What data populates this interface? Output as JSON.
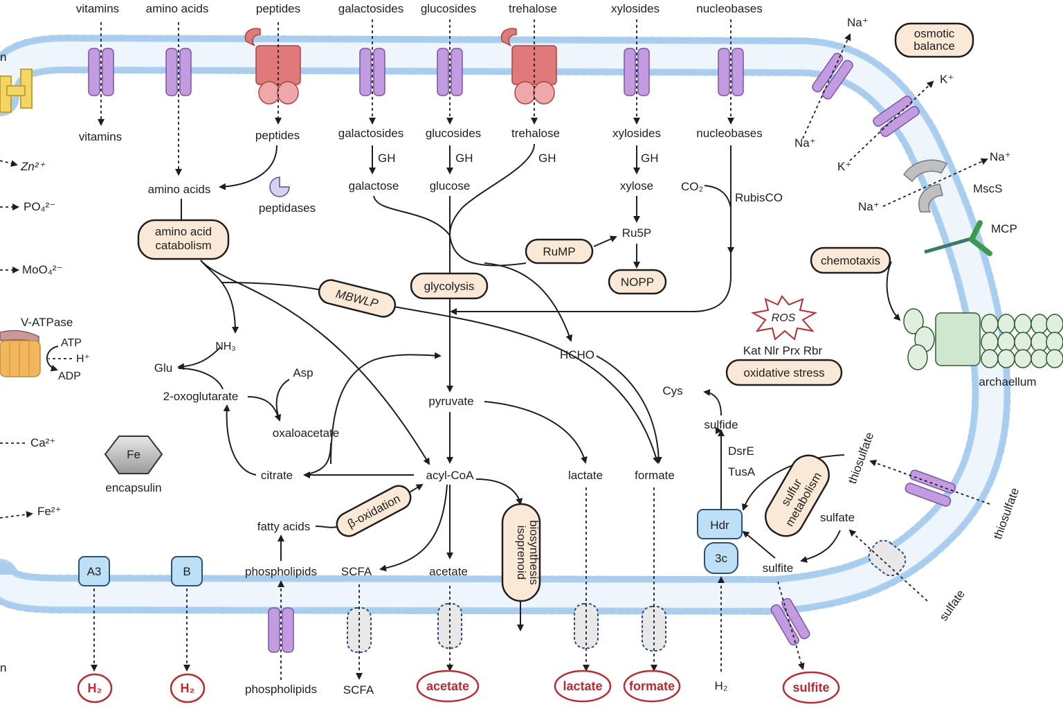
{
  "transport_top": [
    {
      "key": "vitamins",
      "out": "vitamins",
      "in": "vitamins"
    },
    {
      "key": "amino_acids",
      "out": "amino acids",
      "in": "amino acids"
    },
    {
      "key": "peptides",
      "out": "peptides",
      "in": "peptides"
    },
    {
      "key": "galactosides",
      "out": "galactosides",
      "in": "galactosides"
    },
    {
      "key": "glucosides",
      "out": "glucosides",
      "in": "glucosides"
    },
    {
      "key": "trehalose",
      "out": "trehalose",
      "in": "trehalose"
    },
    {
      "key": "xylosides",
      "out": "xylosides",
      "in": "xylosides"
    },
    {
      "key": "nucleobases",
      "out": "nucleobases",
      "in": "nucleobases"
    }
  ],
  "left_ions": {
    "zn": "Zn²⁺",
    "po4": "PO₄²⁻",
    "moo4": "MoO₄²⁻",
    "vatpase": "V-ATPase",
    "atp": "ATP",
    "adp": "ADP",
    "h": "H⁺",
    "ca": "Ca²⁺",
    "fe": "Fe²⁺",
    "edge_n1": "n",
    "edge_n2": "n"
  },
  "pathway": {
    "gh": "GH",
    "galactose": "galactose",
    "glucose": "glucose",
    "xylose": "xylose",
    "ru5p": "Ru5P",
    "co2": "CO₂",
    "rubisco": "RubisCO",
    "peptidases": "peptidases",
    "nh3": "NH₃",
    "glu": "Glu",
    "oxoglutarate": "2-oxoglutarate",
    "asp": "Asp",
    "oxaloacetate": "oxaloacetate",
    "citrate": "citrate",
    "pyruvate": "pyruvate",
    "acyl_coa": "acyl-CoA",
    "lactate": "lactate",
    "formate": "formate",
    "hcho": "HCHO",
    "fatty_acids": "fatty acids",
    "phospholipids_in": "phospholipids",
    "phospholipids_out": "phospholipids",
    "scfa_in": "SCFA",
    "scfa_out": "SCFA",
    "acetate": "acetate",
    "h2_in": "H₂",
    "sulfide": "sulfide",
    "cys": "Cys",
    "dsre": "DsrE",
    "tusa": "TusA",
    "sulfate_in": "sulfate",
    "sulfite_in": "sulfite",
    "thiosulfate_in": "thiosulfate",
    "thiosulfate_out": "thiosulfate",
    "sulfate_out": "sulfate"
  },
  "modules": {
    "aa_catab_1": "amino acid",
    "aa_catab_2": "catabolism",
    "glycolysis": "glycolysis",
    "rump": "RuMP",
    "nopp": "NOPP",
    "mbwlp": "MBWLP",
    "beta_ox": "β-oxidation",
    "isoprenoid_1": "isoprenoid",
    "isoprenoid_2": "biosynthesis",
    "sulfur_1": "sulfur",
    "sulfur_2": "metabolism",
    "ox_stress": "oxidative stress",
    "chemotaxis": "chemotaxis",
    "osmotic_1": "osmotic",
    "osmotic_2": "balance"
  },
  "stress": {
    "ros": "ROS",
    "enzymes": "Kat  Nlr  Prx  Rbr"
  },
  "proteins": {
    "a3": "A3",
    "b": "B",
    "hdr": "Hdr",
    "c3": "3c",
    "fe": "Fe",
    "encapsulin": "encapsulin",
    "mscs": "MscS",
    "mcp": "MCP",
    "archaellum": "archaellum"
  },
  "ions_right": {
    "na_top_out": "Na⁺",
    "na_top_in": "Na⁺",
    "k_out": "K⁺",
    "k_in": "K⁺",
    "na_mid_out": "Na⁺",
    "na_mid_in": "Na⁺"
  },
  "products": {
    "h2_a": "H₂",
    "h2_b": "H₂",
    "acetate": "acetate",
    "lactate": "lactate",
    "formate": "formate",
    "sulfite": "sulfite",
    "h2_source": "H₂"
  },
  "colors": {
    "membrane": "#bcd8ef",
    "membrane_dot": "#a9cdee",
    "transporter": "#c39be0",
    "abc": "#e07a7a",
    "hydrogenase": "#bde0f7",
    "product_red": "#c0282d",
    "pill": "#fbe9d7",
    "archaellum": "#d3e8d3"
  }
}
